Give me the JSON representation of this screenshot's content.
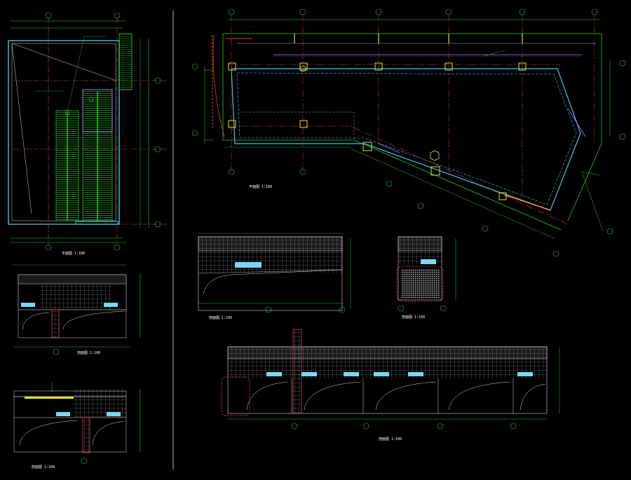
{
  "canvas": {
    "background": "#000000"
  },
  "colors": {
    "green": "#1fd21f",
    "red": "#e23b3b",
    "cyan": "#36c8f0",
    "white": "#e8e8e8",
    "yellow": "#e6e02a",
    "orange": "#ff8a1f",
    "purple": "#b86bff",
    "grey": "#9a9a9a"
  },
  "titles": {
    "left_plan": "平面图  1:100",
    "left_section1": "剖面图  1:100",
    "left_section2": "剖面图  1:100",
    "main_plan": "平面图  1:100",
    "mid_section": "剖面图  1:100",
    "small_section": "剖面图  1:100",
    "bottom_section": "剖面图  1:100"
  }
}
